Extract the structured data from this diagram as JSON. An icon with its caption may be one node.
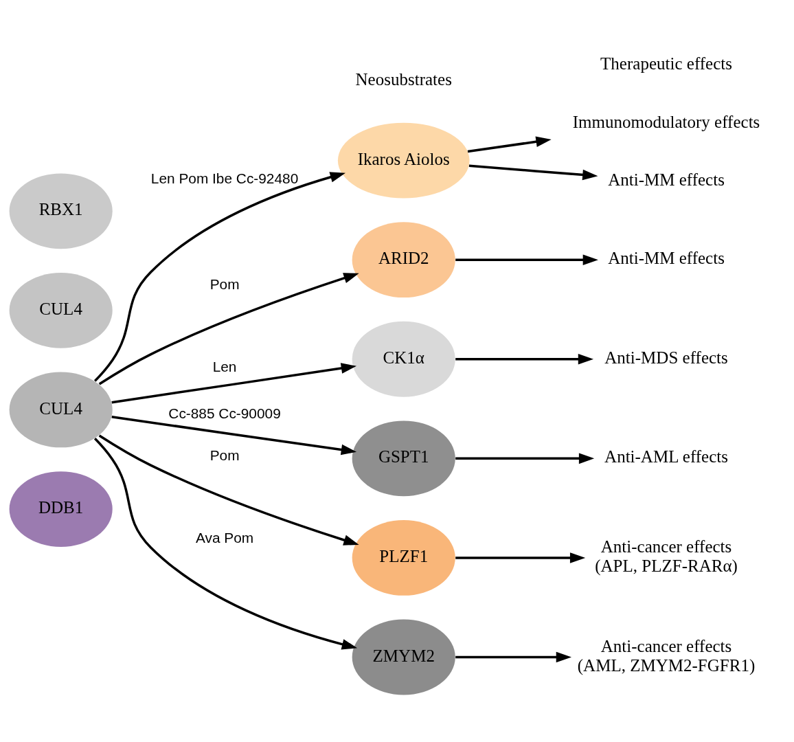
{
  "diagram": {
    "nodes": [
      {
        "text": [
          "DDB1"
        ]
      },
      {
        "text": [
          "CUL4"
        ]
      },
      {
        "text": [
          "CUL4"
        ]
      },
      {
        "text": [
          "RBX1"
        ]
      },
      {
        "text": [
          "Ikaros Aiolos"
        ]
      },
      {
        "text": [
          "ARID2"
        ]
      },
      {
        "text": [
          "CK1α"
        ]
      },
      {
        "text": [
          "GSPT1"
        ]
      },
      {
        "text": [
          "PLZF1"
        ]
      },
      {
        "text": [
          "ZMYM2"
        ]
      },
      {
        "text": [
          "Immunomodulatory effects"
        ]
      },
      {
        "text": [
          "Anti-MM effects"
        ]
      },
      {
        "text": [
          "Anti-MM effects"
        ]
      },
      {
        "text": [
          "Anti-MDS effects"
        ]
      },
      {
        "text": [
          "Anti-AML effects"
        ]
      },
      {
        "text": [
          "Anti-cancer effects",
          "(APL, PLZF-RARα)"
        ]
      },
      {
        "text": [
          "Anti-cancer effects",
          "(AML, ZMYM2-FGFR1)"
        ]
      }
    ],
    "edges": [
      {
        "from": 1,
        "to": 4,
        "arrow": "to",
        "label": "Len Pom Ibe Cc-92480"
      },
      {
        "from": 1,
        "to": 5,
        "arrow": "to",
        "label": "Pom"
      },
      {
        "from": 1,
        "to": 6,
        "arrow": "to",
        "label": "Len"
      },
      {
        "from": 1,
        "to": 7,
        "arrow": "to",
        "label": "Cc-885 Cc-90009"
      },
      {
        "from": 1,
        "to": 8,
        "arrow": "to",
        "label": "Pom"
      },
      {
        "from": 1,
        "to": 9,
        "arrow": "to",
        "label": "Ava Pom"
      },
      {
        "from": 4,
        "to": 10,
        "arrow": "to"
      },
      {
        "from": 4,
        "to": 11,
        "arrow": "to"
      },
      {
        "from": 5,
        "to": 12,
        "arrow": "to"
      },
      {
        "from": 6,
        "to": 13,
        "arrow": "to"
      },
      {
        "from": 7,
        "to": 14,
        "arrow": "to"
      },
      {
        "from": 8,
        "to": 15,
        "arrow": "to"
      },
      {
        "from": 9,
        "to": 16,
        "arrow": "to"
      }
    ],
    "labels": [
      "Neosubstrates",
      "Therapeutic effects"
    ]
  }
}
